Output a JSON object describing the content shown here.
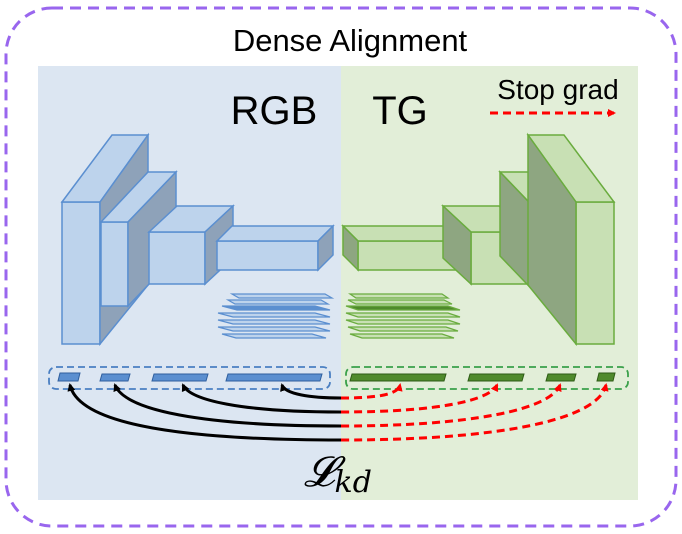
{
  "title": "Dense Alignment",
  "left_panel": {
    "label": "RGB",
    "fill": "#dce6f2",
    "block_face": "#bdd3ec",
    "block_edge": "#5b8fd0",
    "block_side": "#8ea2b9",
    "feature": "#5b8fd0"
  },
  "right_panel": {
    "label": "TG",
    "fill": "#e2eed8",
    "block_face": "#c8e0b4",
    "block_edge": "#6aac3e",
    "block_side": "#8ea681",
    "feature": "#4f8a2c"
  },
  "legend": {
    "label": "Stop grad",
    "color": "#ff0000"
  },
  "loss_label": "𝓛",
  "loss_subscript": "kd",
  "colors": {
    "outer_border": "#9966ee",
    "rgb_group": "#4a7fc2",
    "tg_group": "#3aa04a",
    "arrow_black": "#000000",
    "arrow_red": "#ff0000"
  }
}
